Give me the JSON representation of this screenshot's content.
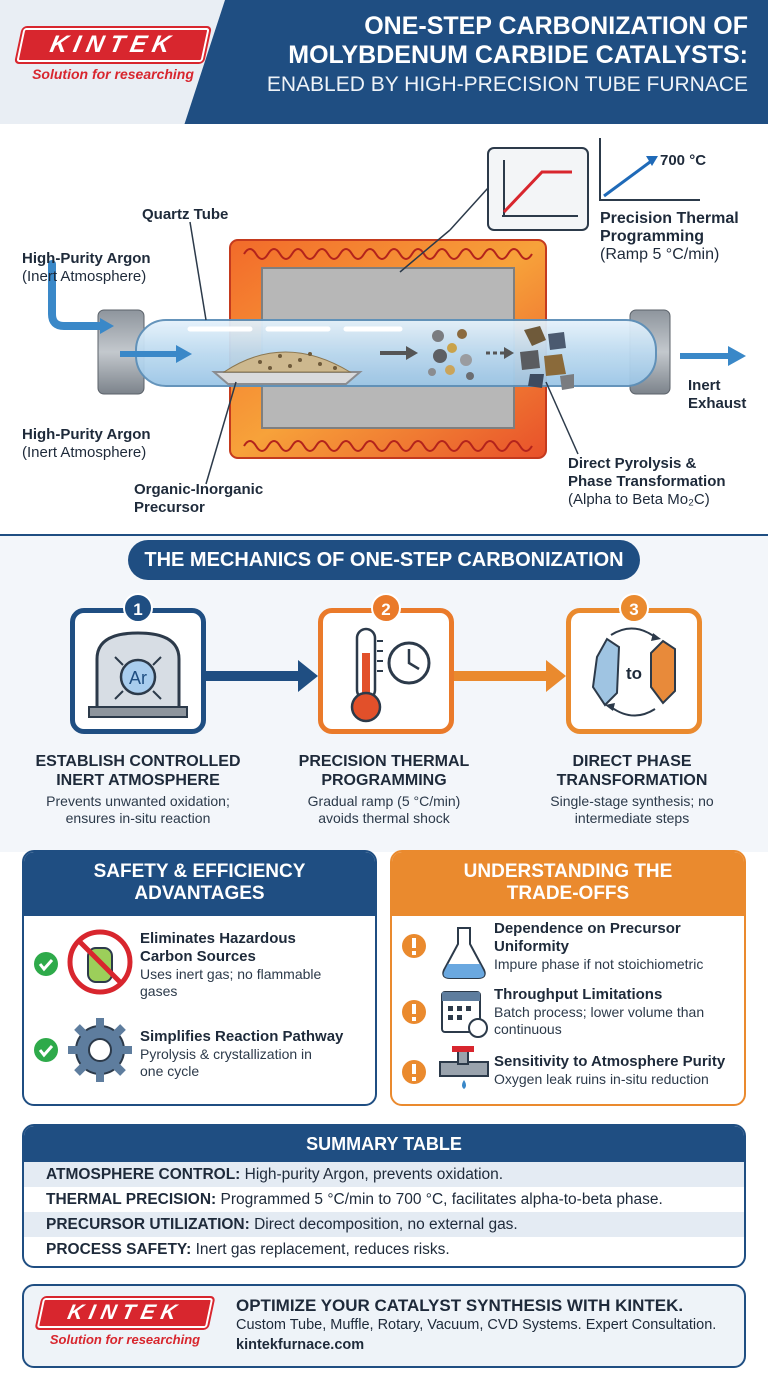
{
  "header": {
    "logo_text": "KINTEK",
    "logo_tagline": "Solution for researching",
    "title_line1": "ONE-STEP CARBONIZATION OF",
    "title_line2": "MOLYBDENUM CARBIDE CATALYSTS:",
    "subtitle": "ENABLED BY HIGH-PRECISION TUBE FURNACE"
  },
  "diagram": {
    "quartz_tube": "Quartz Tube",
    "argon_top_title": "High-Purity Argon",
    "argon_top_sub": "(Inert Atmosphere)",
    "argon_bottom_title": "High-Purity Argon",
    "argon_bottom_sub": "(Inert Atmosphere)",
    "precursor_line1": "Organic-Inorganic",
    "precursor_line2": "Precursor",
    "temp_value": "700 °C",
    "thermal_line1": "Precision Thermal",
    "thermal_line2": "Programming",
    "thermal_sub": "(Ramp 5 °C/min)",
    "exhaust_line1": "Inert",
    "exhaust_line2": "Exhaust",
    "pyrolysis_line1": "Direct Pyrolysis &",
    "pyrolysis_line2": "Phase Transformation",
    "pyrolysis_sub": "(Alpha to Beta Mo₂C)"
  },
  "mechanics": {
    "heading": "THE MECHANICS OF ONE-STEP CARBONIZATION",
    "steps": [
      {
        "num": "1",
        "icon_text": "Ar",
        "title_line1": "ESTABLISH CONTROLLED",
        "title_line2": "INERT ATMOSPHERE",
        "desc_line1": "Prevents unwanted oxidation;",
        "desc_line2": "ensures in-situ reaction"
      },
      {
        "num": "2",
        "title_line1": "PRECISION THERMAL",
        "title_line2": "PROGRAMMING",
        "desc_line1": "Gradual ramp (5 °C/min)",
        "desc_line2": "avoids thermal shock"
      },
      {
        "num": "3",
        "icon_text": "to",
        "title_line1": "DIRECT PHASE",
        "title_line2": "TRANSFORMATION",
        "desc_line1": "Single-stage synthesis; no",
        "desc_line2": "intermediate steps"
      }
    ]
  },
  "safety": {
    "heading_line1": "SAFETY & EFFICIENCY",
    "heading_line2": "ADVANTAGES",
    "items": [
      {
        "title_line1": "Eliminates Hazardous",
        "title_line2": "Carbon Sources",
        "desc_line1": "Uses inert gas; no flammable",
        "desc_line2": "gases"
      },
      {
        "title_line1": "Simplifies Reaction Pathway",
        "desc_line1": "Pyrolysis & crystallization in",
        "desc_line2": "one cycle"
      }
    ]
  },
  "tradeoffs": {
    "heading_line1": "UNDERSTANDING THE",
    "heading_line2": "TRADE-OFFS",
    "items": [
      {
        "title_line1": "Dependence on Precursor",
        "title_line2": "Uniformity",
        "desc": "Impure phase if not stoichiometric"
      },
      {
        "title_line1": "Throughput Limitations",
        "desc_line1": "Batch process; lower volume than",
        "desc_line2": "continuous"
      },
      {
        "title_line1": "Sensitivity to Atmosphere Purity",
        "desc": "Oxygen leak ruins in-situ reduction"
      }
    ]
  },
  "summary": {
    "heading": "SUMMARY TABLE",
    "rows": [
      {
        "key": "ATMOSPHERE CONTROL:",
        "value": " High-purity Argon, prevents oxidation."
      },
      {
        "key": "THERMAL PRECISION:",
        "value": " Programmed 5 °C/min to 700 °C, facilitates alpha-to-beta phase."
      },
      {
        "key": "PRECURSOR UTILIZATION:",
        "value": " Direct decomposition, no external gas."
      },
      {
        "key": "PROCESS SAFETY:",
        "value": " Inert gas replacement, reduces risks."
      }
    ]
  },
  "cta": {
    "logo_text": "KINTEK",
    "logo_tagline": "Solution for researching",
    "title": "OPTIMIZE YOUR CATALYST SYNTHESIS WITH KINTEK.",
    "desc": "Custom Tube, Muffle, Rotary, Vacuum, CVD Systems. Expert Consultation.",
    "url": "kintekfurnace.com"
  },
  "colors": {
    "navy": "#1f4e82",
    "orange": "#ea8a2e",
    "red": "#d8262e",
    "green": "#2eaa4a"
  }
}
